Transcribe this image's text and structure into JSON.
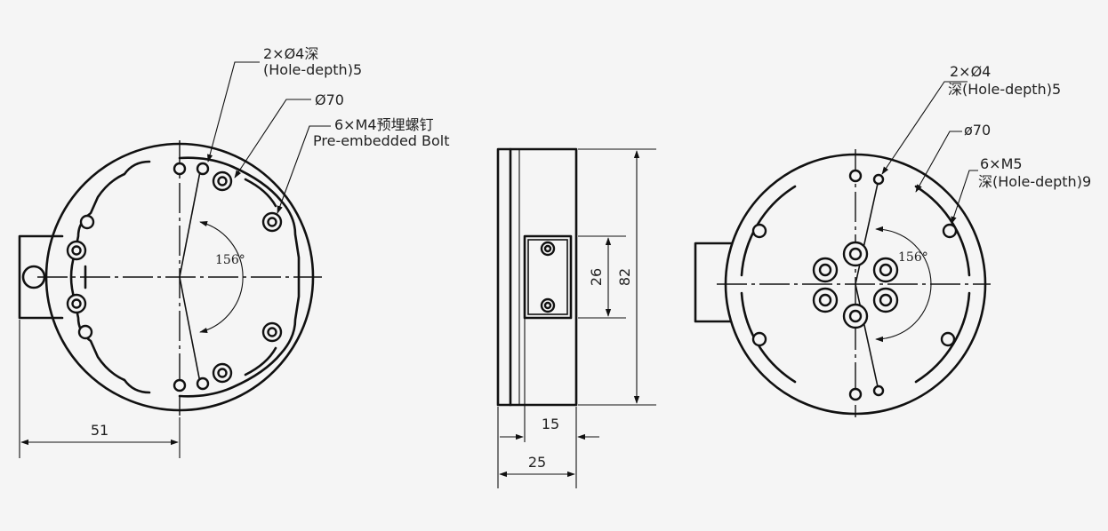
{
  "drawing": {
    "line_color": "#111111",
    "background": "#f5f5f5",
    "front_view": {
      "label_holes_line1": "2×Ø4深",
      "label_holes_line2": "(Hole-depth)5",
      "label_diameter": "Ø70",
      "label_bolts_line1": "6×M4预埋螺钉",
      "label_bolts_line2": "Pre-embedded Bolt",
      "angle": "156°",
      "dim_offset": "51"
    },
    "side_view": {
      "dim_height": "82",
      "dim_window": "26",
      "dim_inner": "15",
      "dim_width": "25"
    },
    "back_view": {
      "label_holes_line1": "2×Ø4",
      "label_holes_line2": "深(Hole-depth)5",
      "label_diameter": "ø70",
      "label_threads_line1": "6×M5",
      "label_threads_line2": "深(Hole-depth)9",
      "angle": "156°"
    }
  }
}
